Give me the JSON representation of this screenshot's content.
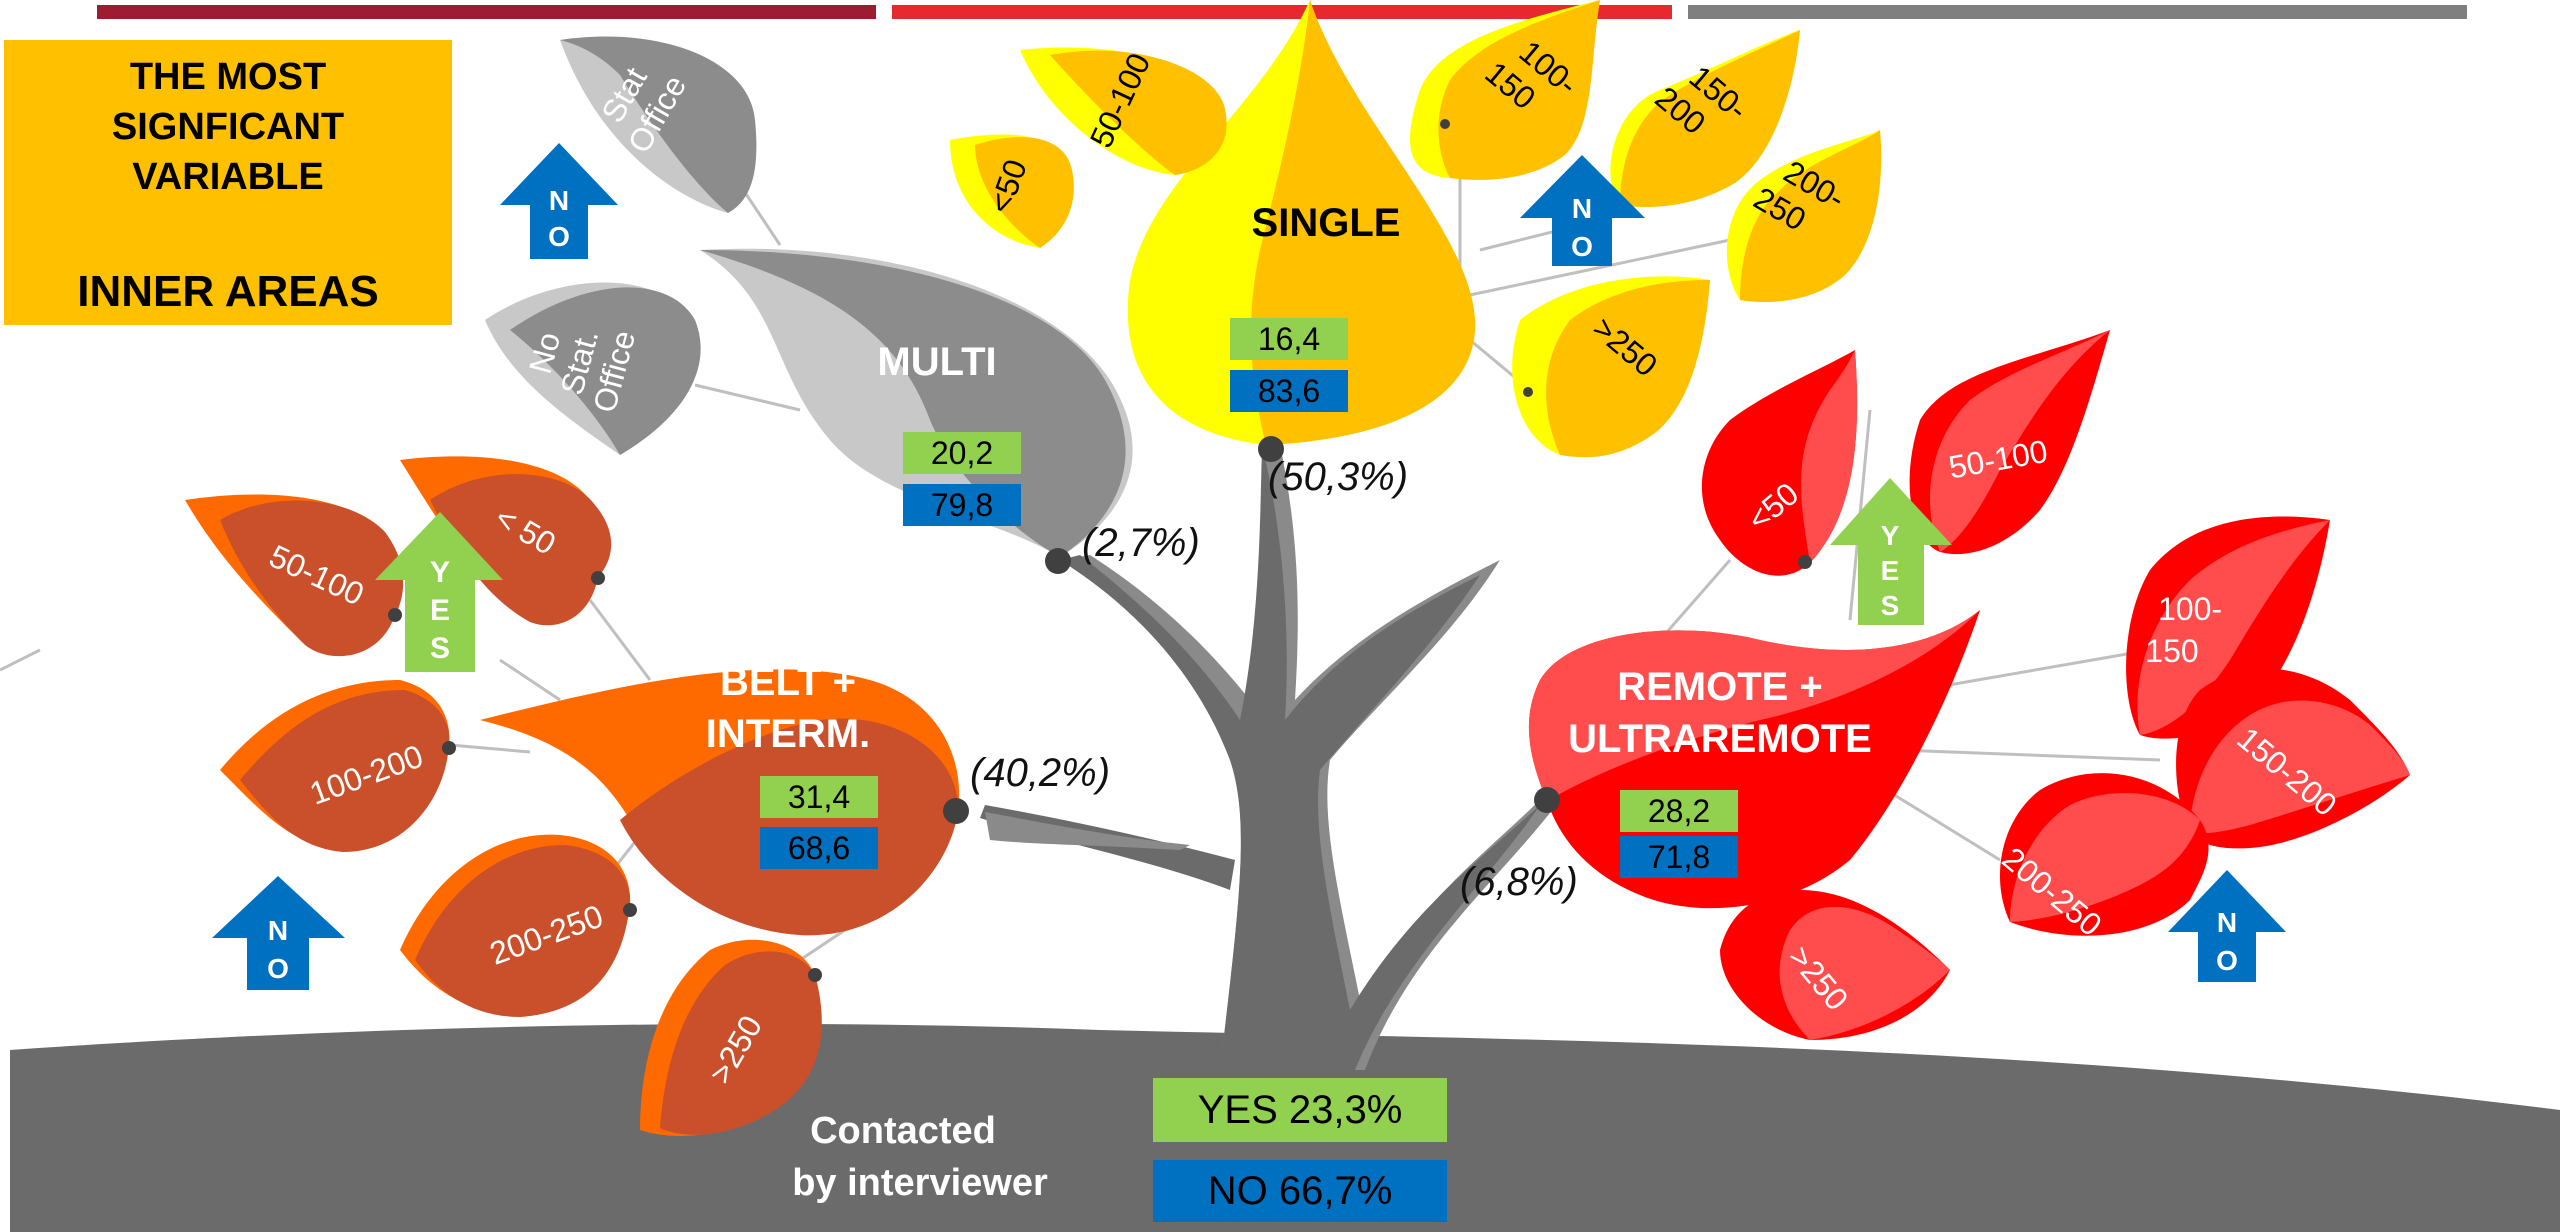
{
  "title_box": {
    "line1": "THE MOST",
    "line2": "SIGNFICANT",
    "line3": "VARIABLE",
    "line4": "INNER AREAS"
  },
  "colors": {
    "yes_green": "#92d050",
    "no_blue": "#0070c0",
    "gray_trunk": "#6e6e6e",
    "multi_gray": "#8c8c8c",
    "single_gold": "#ffc000",
    "single_yellow": "#ffff00",
    "belt_orange": "#c9502a",
    "remote_red": "#ff0000",
    "header_dark_red": "#9e1c32",
    "header_red": "#e8282f",
    "header_gray": "#7f7f7f"
  },
  "trunk_label": {
    "line1": "Contacted",
    "line2": "by interviewer"
  },
  "totals": {
    "yes": "YES 23,3%",
    "no": "NO 66,7%"
  },
  "branches": {
    "multi": {
      "label": "MULTI",
      "yes": "20,2",
      "no": "79,8",
      "share": "(2,7%)"
    },
    "single": {
      "label": "SINGLE",
      "yes": "16,4",
      "no": "83,6",
      "share": "(50,3%)"
    },
    "belt": {
      "label_line1": "BELT +",
      "label_line2": "INTERM.",
      "yes": "31,4",
      "no": "68,6",
      "share": "(40,2%)"
    },
    "remote": {
      "label_line1": "REMOTE +",
      "label_line2": "ULTRAREMOTE",
      "yes": "28,2",
      "no": "71,8",
      "share": "(6,8%)"
    }
  },
  "leaves": {
    "multi": [
      "Stat Office",
      "No Stat. Office"
    ],
    "single": [
      "<50",
      "50-100",
      "100-150",
      "150-200",
      "200-250",
      ">250"
    ],
    "belt": [
      "< 50",
      "50-100",
      "100-200",
      "200-250",
      ">250"
    ],
    "remote": [
      "<50",
      "50-100",
      "100-150",
      "150-200",
      "200-250",
      ">250"
    ]
  },
  "arrows": {
    "yes_letters": [
      "Y",
      "E",
      "S"
    ],
    "no_letters": [
      "N",
      "O"
    ]
  }
}
